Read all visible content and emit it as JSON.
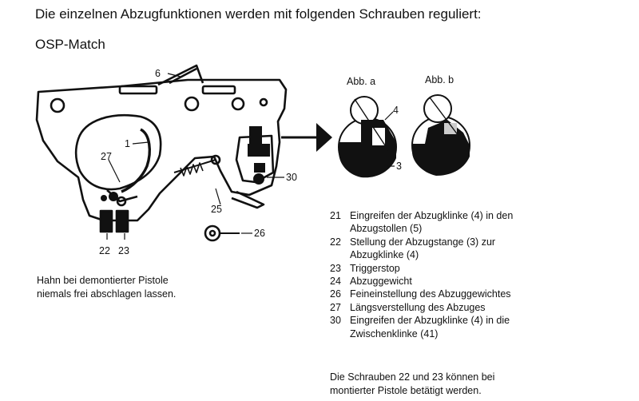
{
  "heading": "Die einzelnen Abzugfunktionen werden mit folgenden Schrauben reguliert:",
  "subheading": "OSP-Match",
  "figure_labels": {
    "abb_a": "Abb. a",
    "abb_b": "Abb. b",
    "l1": "1",
    "l3": "3",
    "l4": "4",
    "l6": "6",
    "l22": "22",
    "l23": "23",
    "l25": "25",
    "l26": "26",
    "l27": "27",
    "l30": "30"
  },
  "note": "Hahn bei demontierter Pistole\nniemals frei abschlagen lassen.",
  "legend": [
    {
      "num": "21",
      "text": "Eingreifen der Abzugklinke (4) in den\nAbzugstollen (5)"
    },
    {
      "num": "22",
      "text": "Stellung der Abzugstange (3) zur\nAbzugklinke (4)"
    },
    {
      "num": "23",
      "text": "Triggerstop"
    },
    {
      "num": "24",
      "text": "Abzuggewicht"
    },
    {
      "num": "26",
      "text": "Feineinstellung des Abzuggewichtes"
    },
    {
      "num": "27",
      "text": "Längsverstellung des Abzuges"
    },
    {
      "num": "30",
      "text": "Eingreifen der Abzugklinke (4) in die\nZwischenklinke (41)"
    }
  ],
  "footer": "Die Schrauben 22 und 23 können bei\nmontierter Pistole betätigt werden."
}
